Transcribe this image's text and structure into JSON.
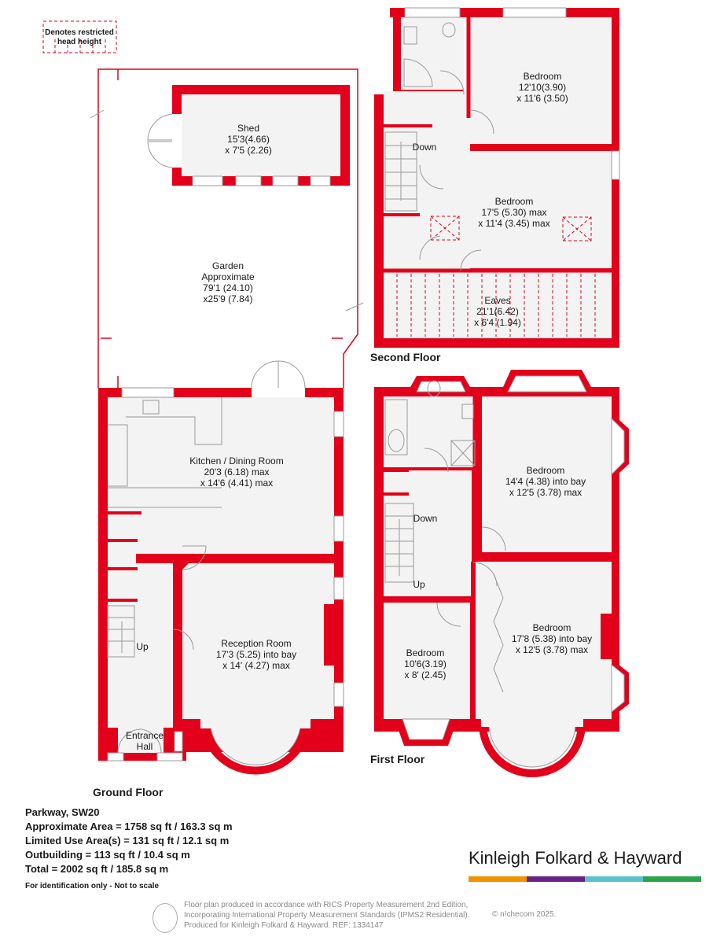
{
  "legend": {
    "line1": "Denotes restricted",
    "line2": "head height"
  },
  "rooms": {
    "shed": [
      "Shed",
      "15'3(4.66)",
      "x 7'5 (2.26)"
    ],
    "garden": [
      "Garden",
      "Approximate",
      "79'1 (24.10)",
      "x25'9 (7.84)"
    ],
    "kitchen": [
      "Kitchen / Dining Room",
      "20'3 (6.18)  max",
      "x 14'6 (4.41) max"
    ],
    "reception": [
      "Reception Room",
      "17'3 (5.25)  into bay",
      "x 14' (4.27) max"
    ],
    "entrance": [
      "Entrance",
      "Hall"
    ],
    "sf_bed1": [
      "Bedroom",
      "12'10(3.90)",
      "x 11'6 (3.50)"
    ],
    "sf_bed2": [
      "Bedroom",
      "17'5 (5.30) max",
      "x 11'4 (3.45) max"
    ],
    "eaves": [
      "Eaves",
      "21'1(6.42)",
      "x 6'4 (1.94)"
    ],
    "ff_bed1": [
      "Bedroom",
      "14'4 (4.38) into bay",
      "x 12'5 (3.78) max"
    ],
    "ff_bed2": [
      "Bedroom",
      "17'8 (5.38)  into bay",
      "x 12'5 (3.78) max"
    ],
    "ff_bed3": [
      "Bedroom",
      "10'6(3.19)",
      "x 8' (2.45)"
    ]
  },
  "stairs": {
    "gf_up": "Up",
    "sf_down": "Down",
    "ff_down": "Down",
    "ff_up": "Up"
  },
  "floors": {
    "ground": "Ground Floor",
    "first": "First Floor",
    "second": "Second Floor"
  },
  "info": {
    "address": "Parkway, SW20",
    "approx_area": "Approximate Area = 1758 sq ft / 163.3 sq m",
    "limited_area": "Limited Use Area(s) = 131 sq ft / 12.1 sq m",
    "outbuilding": "Outbuilding = 113 sq ft / 10.4 sq m",
    "total": "Total = 2002 sq ft / 185.8 sq m",
    "disclaimer": "For identification only - Not to scale"
  },
  "brand": {
    "name": "Kinleigh Folkard & Hayward",
    "colors": [
      "#f39200",
      "#662483",
      "#5bc2cc",
      "#2aa44a"
    ]
  },
  "credit": {
    "line1": "Floor plan produced in accordance with RICS Property Measurement 2nd Edition,",
    "line2": "Incorporating International Property Measurement Standards (IPMS2 Residential).",
    "line3": "Produced for Kinleigh Folkard & Hayward.   REF: 1334147",
    "copyright": "© n!checom 2025."
  },
  "colors": {
    "wall": "#e2001a",
    "room": "#f3f3f3"
  }
}
